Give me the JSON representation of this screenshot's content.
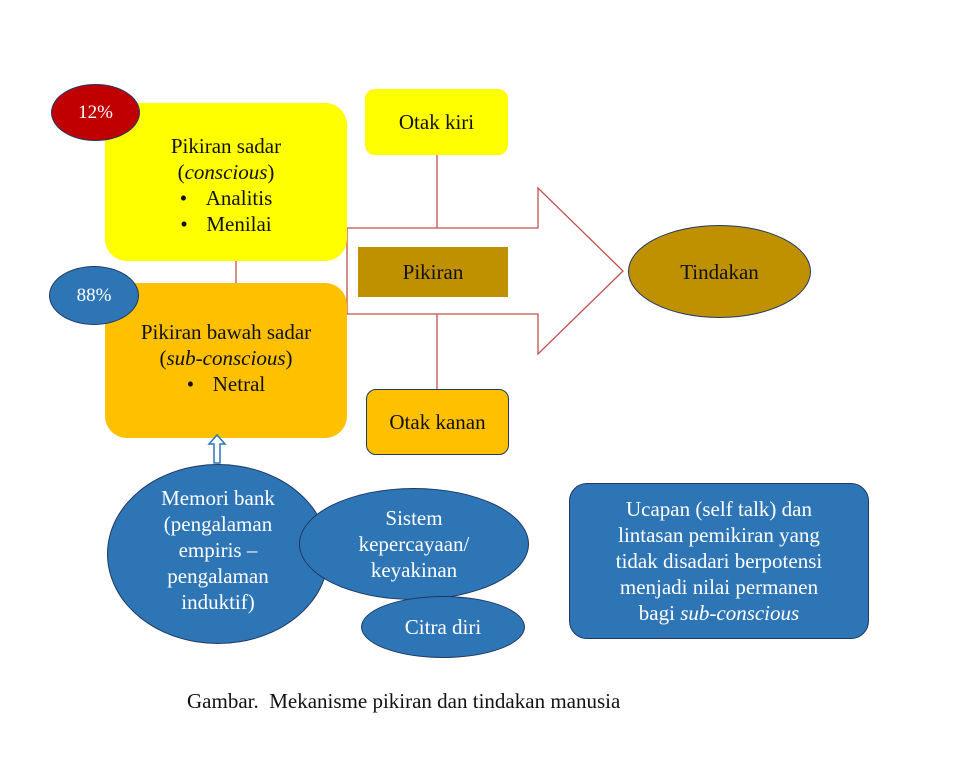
{
  "top_left": {
    "percent": "12%",
    "title": "Pikiran sadar",
    "subtitle_italic": "conscious",
    "bullets": [
      "Analitis",
      "Menilai"
    ]
  },
  "bottom_left": {
    "percent": "88%",
    "title": "Pikiran bawah sadar",
    "subtitle_italic": "sub-conscious",
    "bullets": [
      "Netral"
    ]
  },
  "brain": {
    "left": "Otak kiri",
    "right": "Otak kanan",
    "center": "Pikiran"
  },
  "result": "Tindakan",
  "memory": {
    "lines": [
      "Memori bank",
      "(pengalaman",
      "empiris –",
      "pengalaman",
      "induktif)"
    ]
  },
  "belief": {
    "lines": [
      "Sistem",
      "kepercayaan/",
      "keyakinan"
    ]
  },
  "self_image": "Citra diri",
  "note": {
    "lines": [
      "Ucapan (self talk) dan",
      "lintasan pemikiran yang",
      "tidak disadari berpotensi",
      "menjadi nilai permanen"
    ],
    "last_prefix": "bagi ",
    "last_italic": "sub-conscious"
  },
  "caption": "Gambar.  Mekanisme pikiran dan tindakan manusia",
  "colors": {
    "yellow": "#ffff00",
    "amber": "#ffc000",
    "dark_gold": "#bf9000",
    "red": "#c00000",
    "blue": "#2e75b6",
    "line": "#c0504d"
  }
}
